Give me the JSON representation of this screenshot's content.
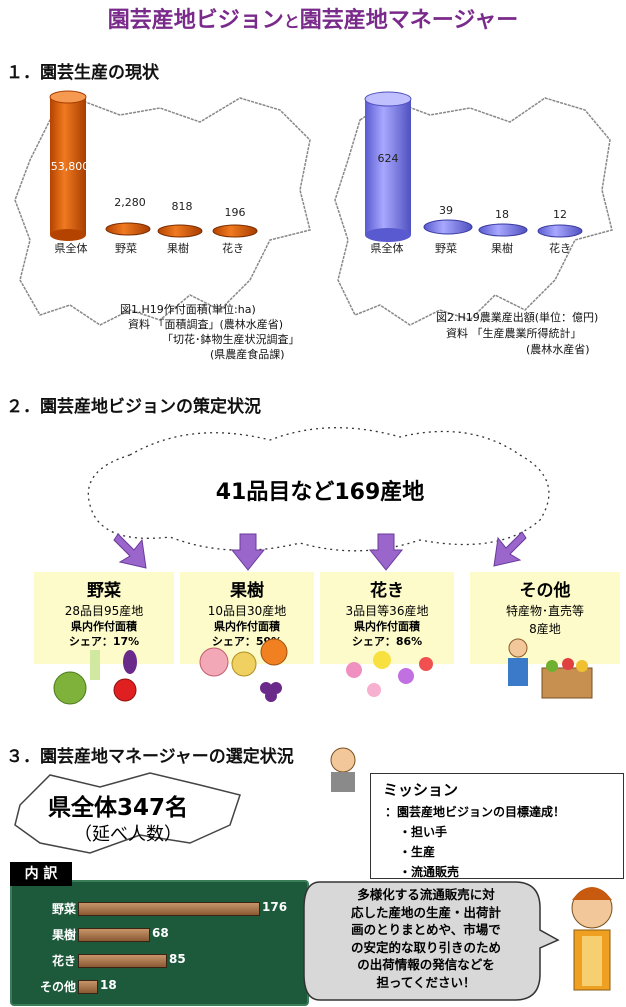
{
  "title": {
    "part1": "園芸産地ビジョン",
    "connector": "と",
    "part2": "園芸産地マネージャー"
  },
  "section1": {
    "heading": "１．園芸生産の現状",
    "fig1": {
      "bars": [
        {
          "label": "県全体",
          "value": "53,800"
        },
        {
          "label": "野菜",
          "value": "2,280"
        },
        {
          "label": "果樹",
          "value": "818"
        },
        {
          "label": "花き",
          "value": "196"
        }
      ],
      "caption_lines": [
        "図1.H19作付面積(単位:ha)",
        "資料 「面積調査」(農林水産省)",
        "「切花･鉢物生産状況調査」",
        "(県農産食品課)"
      ]
    },
    "fig2": {
      "bars": [
        {
          "label": "県全体",
          "value": "624"
        },
        {
          "label": "野菜",
          "value": "39"
        },
        {
          "label": "果樹",
          "value": "18"
        },
        {
          "label": "花き",
          "value": "12"
        }
      ],
      "caption_lines": [
        "図2.H19農業産出額(単位：億円)",
        "資料 「生産農業所得統計」",
        "(農林水産省)"
      ]
    }
  },
  "section2": {
    "heading": "２．園芸産地ビジョンの策定状況",
    "cloud_text": "41品目など169産地",
    "categories": [
      {
        "name": "野菜",
        "detail": "28品目95産地",
        "share_label": "県内作付面積",
        "share": "シェア：17%"
      },
      {
        "name": "果樹",
        "detail": "10品目30産地",
        "share_label": "県内作付面積",
        "share": "シェア：59%"
      },
      {
        "name": "花き",
        "detail": "3品目等36産地",
        "share_label": "県内作付面積",
        "share": "シェア：86%"
      },
      {
        "name": "その他",
        "detail": "特産物･直売等",
        "detail2": "8産地"
      }
    ]
  },
  "section3": {
    "heading": "３．園芸産地マネージャーの選定状況",
    "total": "県全体347名",
    "total_sub": "（延べ人数）",
    "mission": {
      "title": "ミッション",
      "lead": "：園芸産地ビジョンの目標達成！",
      "items": [
        "・担い手",
        "・生産",
        "・流通販売"
      ]
    },
    "breakdown": {
      "tab": "内 訳",
      "rows": [
        {
          "label": "野菜",
          "value": "176",
          "num": 176
        },
        {
          "label": "果樹",
          "value": "68",
          "num": 68
        },
        {
          "label": "花き",
          "value": "85",
          "num": 85
        },
        {
          "label": "その他",
          "value": "18",
          "num": 18
        }
      ]
    },
    "speech": [
      "多様化する流通販売に対",
      "応した産地の生産・出荷計",
      "画のとりまとめや、市場で",
      "の安定的な取り引きのため",
      "の出荷情報の発信などを",
      "担ってください！"
    ]
  },
  "colors": {
    "title": "#7a2a8a",
    "fig1_bar": "#e0600a",
    "fig2_bar": "#8888f0",
    "category_bg": "#fdfbc9",
    "arrow": "#9a66cc",
    "breakdown_bg": "#1d5a3b"
  }
}
